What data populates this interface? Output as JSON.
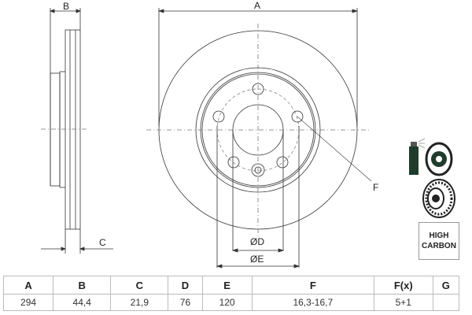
{
  "drawing": {
    "side_view_labels": {
      "b": "B",
      "c": "C"
    },
    "front_view_labels": {
      "a": "A",
      "d": "ØD",
      "e": "ØE",
      "f": "F"
    }
  },
  "icons": [
    {
      "name": "brake-cleaner-spray-icon"
    },
    {
      "name": "vented-disc-icon"
    }
  ],
  "badge": {
    "line1": "HIGH",
    "line2": "CARBON"
  },
  "spec_table": {
    "headers": [
      "A",
      "B",
      "C",
      "D",
      "E",
      "F",
      "F(x)",
      "G"
    ],
    "values": [
      "294",
      "44,4",
      "21,9",
      "76",
      "120",
      "16,3-16,7",
      "5+1",
      ""
    ]
  }
}
